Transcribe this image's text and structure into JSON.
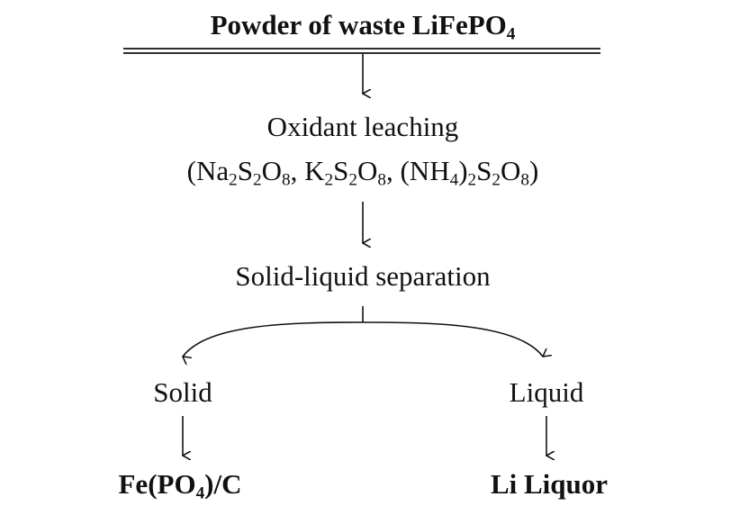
{
  "diagram": {
    "start": {
      "text_a": "Powder of waste LiFePO",
      "sub_a": "4"
    },
    "step1": {
      "line1": "Oxidant leaching",
      "p_open": "(Na",
      "s1": "2",
      "t1": "S",
      "s2": "2",
      "t2": "O",
      "s3": "8",
      "t3": ", K",
      "s4": "2",
      "t4": "S",
      "s5": "2",
      "t5": "O",
      "s6": "8",
      "t6": ", (NH",
      "s7": "4",
      "t7": ")",
      "s8": "2",
      "t8": "S",
      "s9": "2",
      "t9": "O",
      "s10": "8",
      "t10": ")"
    },
    "step2": {
      "text": "Solid-liquid separation"
    },
    "solid": {
      "label": "Solid"
    },
    "liquid": {
      "label": "Liquid"
    },
    "product_left": {
      "t1": "Fe(PO",
      "s1": "4",
      "t2": ")/C"
    },
    "product_right": {
      "text": "Li Liquor"
    }
  }
}
